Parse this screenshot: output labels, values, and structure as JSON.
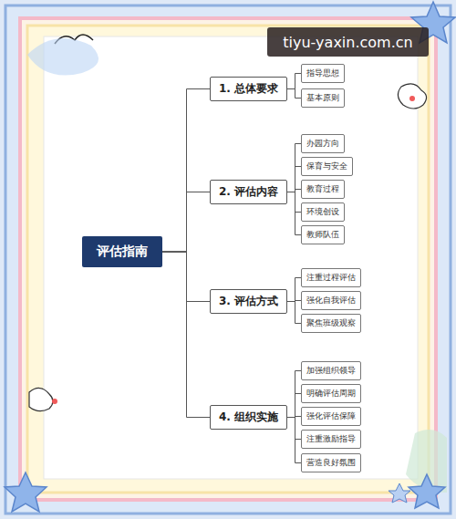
{
  "diagram": {
    "nodes": [
      {
        "text": [
          "评估指南"
        ]
      },
      {
        "text": [
          "1. 总体要求"
        ]
      },
      {
        "text": [
          "指导思想"
        ]
      },
      {
        "text": [
          "基本原则"
        ]
      },
      {
        "text": [
          "2. 评估内容"
        ]
      },
      {
        "text": [
          "办园方向"
        ]
      },
      {
        "text": [
          "保育与安全"
        ]
      },
      {
        "text": [
          "教育过程"
        ]
      },
      {
        "text": [
          "环境创设"
        ]
      },
      {
        "text": [
          "教师队伍"
        ]
      },
      {
        "text": [
          "3. 评估方式"
        ]
      },
      {
        "text": [
          "注重过程评估"
        ]
      },
      {
        "text": [
          "强化自我评估"
        ]
      },
      {
        "text": [
          "聚焦班级观察"
        ]
      },
      {
        "text": [
          "4. 组织实施"
        ]
      },
      {
        "text": [
          "加强组织领导"
        ]
      },
      {
        "text": [
          "明确评估周期"
        ]
      },
      {
        "text": [
          "强化评估保障"
        ]
      },
      {
        "text": [
          "注重激励指导"
        ]
      },
      {
        "text": [
          "营造良好氛围"
        ]
      }
    ],
    "edges": [
      {
        "from": 0,
        "to": 1,
        "arrow": "none"
      },
      {
        "from": 0,
        "to": 4,
        "arrow": "none"
      },
      {
        "from": 0,
        "to": 10,
        "arrow": "none"
      },
      {
        "from": 0,
        "to": 14,
        "arrow": "none"
      },
      {
        "from": 1,
        "to": 2,
        "arrow": "none"
      },
      {
        "from": 1,
        "to": 3,
        "arrow": "none"
      },
      {
        "from": 4,
        "to": 5,
        "arrow": "none"
      },
      {
        "from": 4,
        "to": 6,
        "arrow": "none"
      },
      {
        "from": 4,
        "to": 7,
        "arrow": "none"
      },
      {
        "from": 4,
        "to": 8,
        "arrow": "none"
      },
      {
        "from": 4,
        "to": 9,
        "arrow": "none"
      },
      {
        "from": 10,
        "to": 11,
        "arrow": "none"
      },
      {
        "from": 10,
        "to": 12,
        "arrow": "none"
      },
      {
        "from": 10,
        "to": 13,
        "arrow": "none"
      },
      {
        "from": 14,
        "to": 15,
        "arrow": "none"
      },
      {
        "from": 14,
        "to": 16,
        "arrow": "none"
      },
      {
        "from": 14,
        "to": 17,
        "arrow": "none"
      },
      {
        "from": 14,
        "to": 18,
        "arrow": "none"
      },
      {
        "from": 14,
        "to": 19,
        "arrow": "none"
      }
    ],
    "labels": [
      "tiyu-yaxin.com.cn"
    ]
  }
}
